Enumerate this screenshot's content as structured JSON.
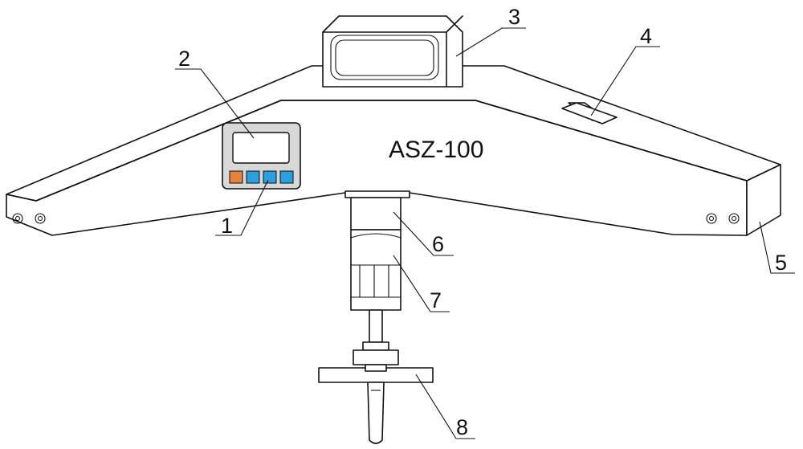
{
  "model_label": "ASZ-100",
  "callouts": [
    {
      "number": "1",
      "part": "control-panel"
    },
    {
      "number": "2",
      "part": "lcd-display"
    },
    {
      "number": "3",
      "part": "top-handle"
    },
    {
      "number": "4",
      "part": "nameplate"
    },
    {
      "number": "5",
      "part": "beam-end"
    },
    {
      "number": "6",
      "part": "upper-clamp"
    },
    {
      "number": "7",
      "part": "tension-cylinder"
    },
    {
      "number": "8",
      "part": "hand-wheel"
    }
  ],
  "colors": {
    "outline": "#111111",
    "panel_body": "#d8d8d8",
    "lcd_screen": "#ffffff",
    "button_blue": "#2aa0e0",
    "button_orange": "#e8823a"
  }
}
